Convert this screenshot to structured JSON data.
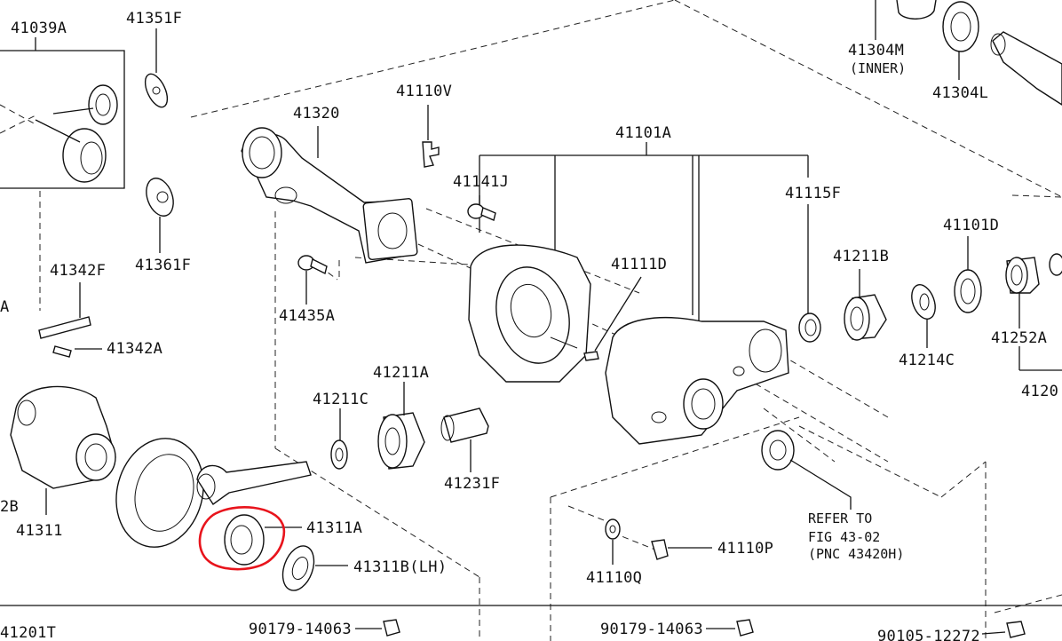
{
  "diagram": {
    "labels": {
      "p41039A": "41039A",
      "p41351F": "41351F",
      "p41304M": "41304M",
      "inner": "(INNER)",
      "p41304L": "41304L",
      "p41110V": "41110V",
      "p41320": "41320",
      "p41101A": "41101A",
      "p41141J": "41141J",
      "p41115F": "41115F",
      "p41101D": "41101D",
      "p41361F": "41361F",
      "p41342F": "41342F",
      "p41111D": "41111D",
      "p41211B": "41211B",
      "p41435A": "41435A",
      "p41342A": "41342A",
      "p41252A": "41252A",
      "p41214C": "41214C",
      "p41211A": "41211A",
      "p41211C": "41211C",
      "p41231F": "41231F",
      "p41311": "41311",
      "p41311A": "41311A",
      "p41311B": "41311B(LH)",
      "p41110P": "41110P",
      "p41110Q": "41110Q",
      "refer_line1": "REFER TO",
      "refer_line2": "FIG 43-02",
      "refer_line3": "(PNC 43420H)",
      "p41201T": "41201T",
      "p90179_a": "90179-14063",
      "p90179_b": "90179-14063",
      "p90105": "90105-12272",
      "edge_a": "A",
      "edge_2b": "2B",
      "edge_4120": "4120"
    },
    "highlight_color": "#e8141c",
    "line_color": "#111111"
  }
}
